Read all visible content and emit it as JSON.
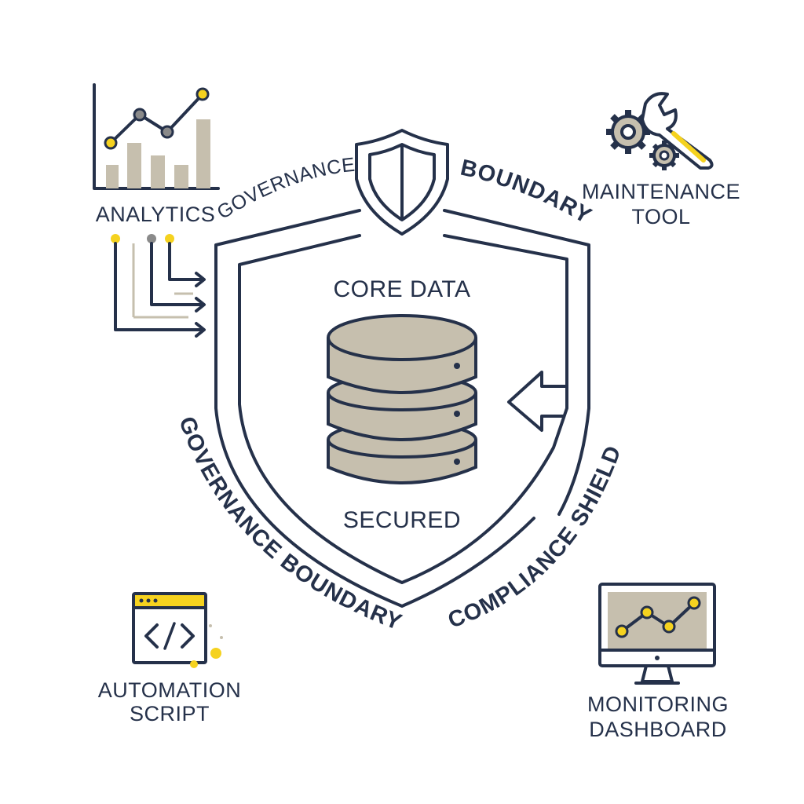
{
  "colors": {
    "navy": "#25314a",
    "beige": "#c6bfae",
    "yellow": "#f5d21f",
    "gray": "#8a8a8a",
    "background": "#ffffff"
  },
  "center": {
    "title": "CORE DATA",
    "status": "SECURED",
    "icon": "database-icon",
    "badge_icon": "shield-icon"
  },
  "boundary_labels": {
    "top_left": "GOVERNANCE",
    "top_right": "BOUNDARY",
    "bottom_left": "GOVERNANCE BOUNDARY",
    "bottom_right": "COMPLIANCE SHIELD"
  },
  "nodes": {
    "analytics": {
      "label": "ANALYTICS",
      "icon": "analytics-chart-icon"
    },
    "maintenance": {
      "line1": "MAINTENANCE",
      "line2": "TOOL",
      "icon": "gears-wrench-icon"
    },
    "automation": {
      "line1": "AUTOMATION",
      "line2": "SCRIPT",
      "icon": "code-window-icon"
    },
    "monitoring": {
      "line1": "MONITORING",
      "line2": "DASHBOARD",
      "icon": "monitor-chart-icon"
    }
  }
}
